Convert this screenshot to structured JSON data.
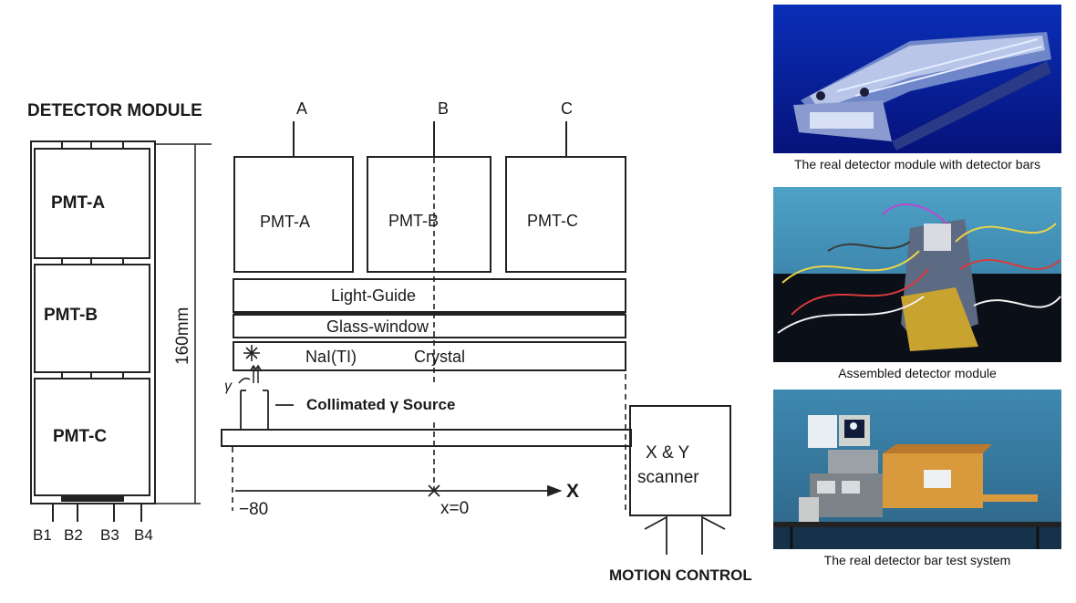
{
  "diagram": {
    "title": "DETECTOR MODULE",
    "module": {
      "pmts": [
        "PMT-A",
        "PMT-B",
        "PMT-C"
      ],
      "height_label": "160mm",
      "bars": [
        "B1",
        "B2",
        "B3",
        "B4"
      ]
    },
    "cross_section": {
      "channel_labels": [
        "A",
        "B",
        "C"
      ],
      "pmts": [
        "PMT-A",
        "PMT-B",
        "PMT-C"
      ],
      "layers": {
        "light_guide": "Light-Guide",
        "glass_window": "Glass-window",
        "crystal_left": "NaI(TI)",
        "crystal_right": "Crystal"
      },
      "source_label": "Collimated γ Source",
      "gamma_symbol": "γ",
      "axis": {
        "left_mark": "−80",
        "origin_mark": "x=0",
        "axis_label": "X"
      }
    },
    "scanner": {
      "line1": "X & Y",
      "line2": "scanner"
    },
    "motion_control": "MOTION CONTROL"
  },
  "photos": [
    {
      "caption": "The real detector module with detector bars"
    },
    {
      "caption": "Assembled detector module"
    },
    {
      "caption": "The real detector bar test system"
    }
  ]
}
